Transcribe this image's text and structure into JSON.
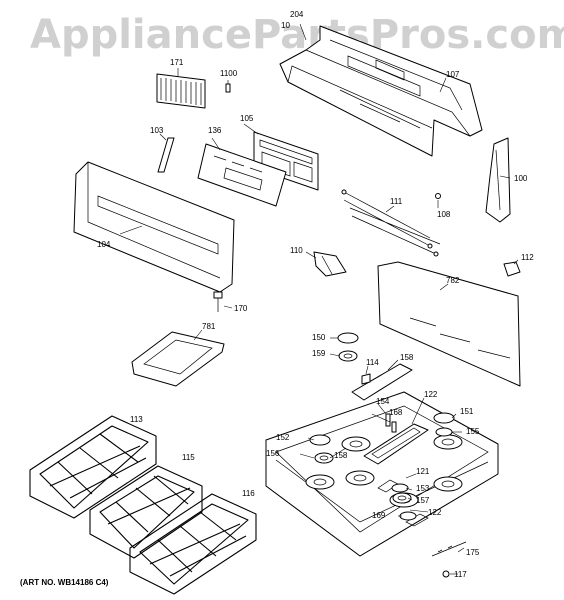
{
  "watermark": "AppliancePartsPros.com",
  "art_number": "(ART NO. WB14186 C4)",
  "callouts": {
    "c100": "100",
    "c103": "103",
    "c104": "104",
    "c105": "105",
    "c107": "107",
    "c108": "108",
    "c110": "110",
    "c111": "111",
    "c112": "112",
    "c113": "113",
    "c114": "114",
    "c115": "115",
    "c116": "116",
    "c117": "117",
    "c121": "121",
    "c122a": "122",
    "c122b": "122",
    "c136": "136",
    "c150": "150",
    "c151": "151",
    "c152": "152",
    "c153": "153",
    "c154": "154",
    "c155": "155",
    "c156": "156",
    "c157": "157",
    "c158a": "158",
    "c158b": "158",
    "c159": "159",
    "c168": "168",
    "c169": "169",
    "c170": "170",
    "c171": "171",
    "c175": "175",
    "c204": "204",
    "c1100": "1100",
    "c10x": "10",
    "c781": "781",
    "c782": "782"
  }
}
